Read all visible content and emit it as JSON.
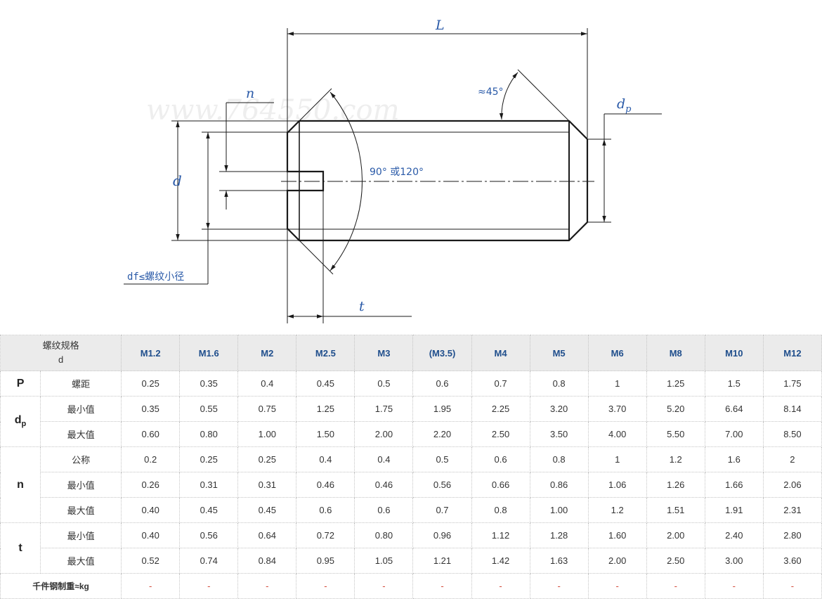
{
  "drawing": {
    "dim_L": "L",
    "dim_n": "n",
    "dim_d": "d",
    "dim_dp_main": "d",
    "dim_dp_sub": "p",
    "dim_t": "t",
    "angle_45": "≈45°",
    "angle_90": "90° 或120°",
    "df_note": "df≤螺纹小径",
    "watermark": "www.764550.com",
    "line_color": "#1a1a1a",
    "label_color": "#2a5aa8"
  },
  "table": {
    "corner_line1": "螺纹规格",
    "corner_line2": "d",
    "sizes": [
      "M1.2",
      "M1.6",
      "M2",
      "M2.5",
      "M3",
      "(M3.5)",
      "M4",
      "M5",
      "M6",
      "M8",
      "M10",
      "M12"
    ],
    "groups": [
      {
        "param": "P",
        "param_sub": "",
        "rows": [
          {
            "label": "螺距",
            "values": [
              "0.25",
              "0.35",
              "0.4",
              "0.45",
              "0.5",
              "0.6",
              "0.7",
              "0.8",
              "1",
              "1.25",
              "1.5",
              "1.75"
            ]
          }
        ]
      },
      {
        "param": "d",
        "param_sub": "p",
        "rows": [
          {
            "label": "最小值",
            "values": [
              "0.35",
              "0.55",
              "0.75",
              "1.25",
              "1.75",
              "1.95",
              "2.25",
              "3.20",
              "3.70",
              "5.20",
              "6.64",
              "8.14"
            ]
          },
          {
            "label": "最大值",
            "values": [
              "0.60",
              "0.80",
              "1.00",
              "1.50",
              "2.00",
              "2.20",
              "2.50",
              "3.50",
              "4.00",
              "5.50",
              "7.00",
              "8.50"
            ]
          }
        ]
      },
      {
        "param": "n",
        "param_sub": "",
        "rows": [
          {
            "label": "公称",
            "values": [
              "0.2",
              "0.25",
              "0.25",
              "0.4",
              "0.4",
              "0.5",
              "0.6",
              "0.8",
              "1",
              "1.2",
              "1.6",
              "2"
            ]
          },
          {
            "label": "最小值",
            "values": [
              "0.26",
              "0.31",
              "0.31",
              "0.46",
              "0.46",
              "0.56",
              "0.66",
              "0.86",
              "1.06",
              "1.26",
              "1.66",
              "2.06"
            ]
          },
          {
            "label": "最大值",
            "values": [
              "0.40",
              "0.45",
              "0.45",
              "0.6",
              "0.6",
              "0.7",
              "0.8",
              "1.00",
              "1.2",
              "1.51",
              "1.91",
              "2.31"
            ]
          }
        ]
      },
      {
        "param": "t",
        "param_sub": "",
        "rows": [
          {
            "label": "最小值",
            "values": [
              "0.40",
              "0.56",
              "0.64",
              "0.72",
              "0.80",
              "0.96",
              "1.12",
              "1.28",
              "1.60",
              "2.00",
              "2.40",
              "2.80"
            ]
          },
          {
            "label": "最大值",
            "values": [
              "0.52",
              "0.74",
              "0.84",
              "0.95",
              "1.05",
              "1.21",
              "1.42",
              "1.63",
              "2.00",
              "2.50",
              "3.00",
              "3.60"
            ]
          }
        ]
      }
    ],
    "weight_label": "千件钢制重≈kg",
    "weight_values": [
      "-",
      "-",
      "-",
      "-",
      "-",
      "-",
      "-",
      "-",
      "-",
      "-",
      "-",
      "-"
    ]
  }
}
